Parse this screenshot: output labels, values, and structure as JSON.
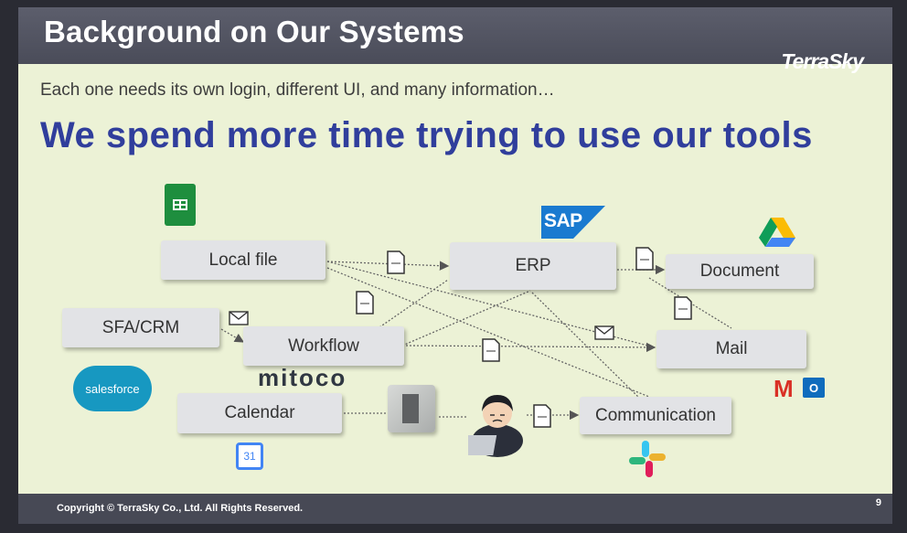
{
  "slide": {
    "title": "Background on Our Systems",
    "logo": "TerraSky",
    "subtitle": "Each one needs its own login, different UI, and many information…",
    "headline": "We spend more time trying to use our tools",
    "copyright": "Copyright © TerraSky Co., Ltd. All Rights Reserved.",
    "page_number": "9"
  },
  "systems": {
    "local_file": "Local file",
    "sfa_crm": "SFA/CRM",
    "workflow": "Workflow",
    "calendar": "Calendar",
    "erp": "ERP",
    "document": "Document",
    "mail": "Mail",
    "communication": "Communication"
  },
  "brand_logos": {
    "sap": "SAP",
    "salesforce": "salesforce",
    "mitoco": "mitoco",
    "calendar_day": "31",
    "gmail": "M",
    "outlook": "O"
  },
  "icons": [
    "google-sheets-icon",
    "sap-logo",
    "google-drive-icon",
    "salesforce-logo",
    "mitoco-logo",
    "google-calendar-icon",
    "server-icon",
    "stressed-person-illustration",
    "gmail-icon",
    "outlook-icon",
    "slack-icon",
    "document-icon",
    "envelope-icon"
  ],
  "colors": {
    "headline": "#303e9c",
    "header_bar": "#505260",
    "slide_background": "#ecf2d6",
    "box": "#e2e3e6"
  }
}
